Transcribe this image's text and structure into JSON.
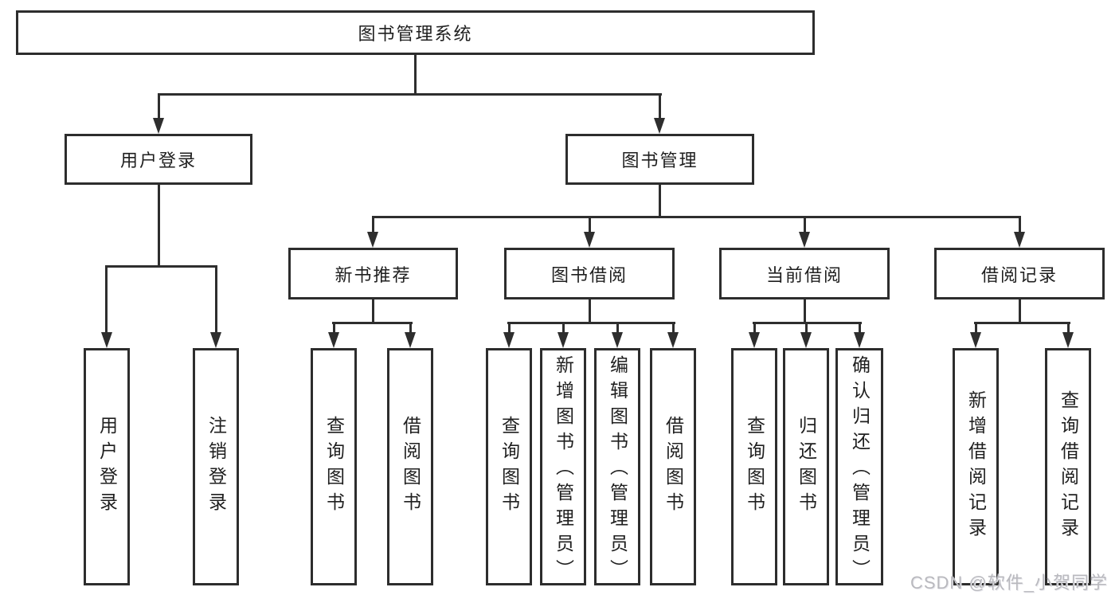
{
  "tree": {
    "root": {
      "label": "图书管理系统"
    },
    "branches": [
      {
        "label": "用户登录",
        "children": [
          {
            "label": "用户登录"
          },
          {
            "label": "注销登录"
          }
        ]
      },
      {
        "label": "图书管理",
        "children": [
          {
            "label": "新书推荐",
            "children": [
              {
                "label": "查询图书"
              },
              {
                "label": "借阅图书"
              }
            ]
          },
          {
            "label": "图书借阅",
            "children": [
              {
                "label": "查询图书"
              },
              {
                "label": "新增图书（管理员）"
              },
              {
                "label": "编辑图书（管理员）"
              },
              {
                "label": "借阅图书"
              }
            ]
          },
          {
            "label": "当前借阅",
            "children": [
              {
                "label": "查询图书"
              },
              {
                "label": "归还图书"
              },
              {
                "label": "确认归还（管理员）"
              }
            ]
          },
          {
            "label": "借阅记录",
            "children": [
              {
                "label": "新增借阅记录"
              },
              {
                "label": "查询借阅记录"
              }
            ]
          }
        ]
      }
    ]
  },
  "watermark": {
    "text": "CSDN @软件_小贺同学"
  },
  "colors": {
    "line": "#2e2e2e",
    "box_border": "#2d2d2d",
    "background": "#ffffff",
    "watermark": "#b9b9be"
  }
}
